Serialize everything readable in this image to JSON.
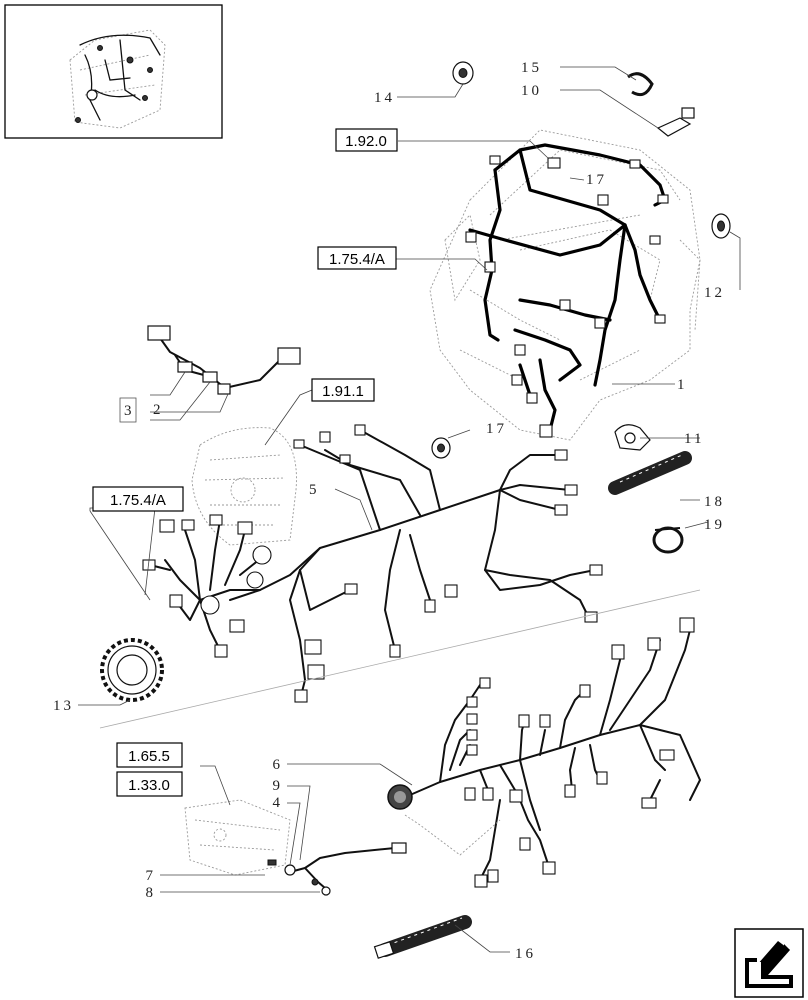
{
  "diagram": {
    "callouts": [
      {
        "id": "c1",
        "label": "1"
      },
      {
        "id": "c2",
        "label": "2"
      },
      {
        "id": "c3",
        "label": "3"
      },
      {
        "id": "c4",
        "label": "4"
      },
      {
        "id": "c5",
        "label": "5"
      },
      {
        "id": "c6",
        "label": "6"
      },
      {
        "id": "c7",
        "label": "7"
      },
      {
        "id": "c8",
        "label": "8"
      },
      {
        "id": "c9",
        "label": "9"
      },
      {
        "id": "c10",
        "label": "10"
      },
      {
        "id": "c11",
        "label": "11"
      },
      {
        "id": "c12",
        "label": "12"
      },
      {
        "id": "c13",
        "label": "13"
      },
      {
        "id": "c14",
        "label": "14"
      },
      {
        "id": "c15",
        "label": "15"
      },
      {
        "id": "c16",
        "label": "16"
      },
      {
        "id": "c17a",
        "label": "17"
      },
      {
        "id": "c17b",
        "label": "17"
      },
      {
        "id": "c18",
        "label": "18"
      },
      {
        "id": "c19",
        "label": "19"
      }
    ],
    "references": [
      {
        "id": "r1",
        "label": "1.92.0"
      },
      {
        "id": "r2",
        "label": "1.75.4/A"
      },
      {
        "id": "r3",
        "label": "1.91.1"
      },
      {
        "id": "r4",
        "label": "1.75.4/A"
      },
      {
        "id": "r5",
        "label": "1.65.5"
      },
      {
        "id": "r6",
        "label": "1.33.0"
      }
    ],
    "nav_icon": "next-page-arrow-icon"
  }
}
